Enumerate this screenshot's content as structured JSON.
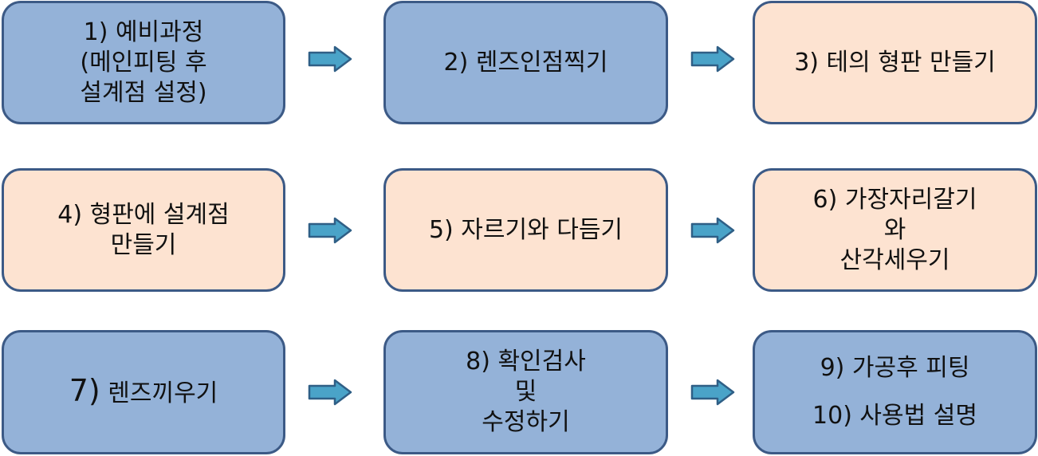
{
  "steps": [
    {
      "id": 1,
      "color": "#94b2d8",
      "lines": [
        "1) 예비과정",
        "(메인피팅 후",
        "설계점 설정)"
      ]
    },
    {
      "id": 2,
      "color": "#94b2d8",
      "lines": [
        "2) 렌즈인점찍기"
      ]
    },
    {
      "id": 3,
      "color": "#fde3d1",
      "lines": [
        "3) 테의 형판 만들기"
      ]
    },
    {
      "id": 4,
      "color": "#fde3d1",
      "lines": [
        "4) 형판에 설계점",
        "만들기"
      ]
    },
    {
      "id": 5,
      "color": "#fde3d1",
      "lines": [
        "5) 자르기와 다듬기"
      ]
    },
    {
      "id": 6,
      "color": "#fde3d1",
      "lines": [
        "6) 가장자리갈기",
        "와",
        "산각세우기"
      ]
    },
    {
      "id": 7,
      "color": "#94b2d8",
      "number": "7)",
      "text": "렌즈끼우기"
    },
    {
      "id": 8,
      "color": "#94b2d8",
      "lines": [
        "8) 확인검사",
        "및",
        "수정하기"
      ]
    },
    {
      "id": 9,
      "color": "#94b2d8",
      "lines": [
        "9) 가공후 피팅",
        "10) 사용법 설명"
      ]
    }
  ],
  "arrow": {
    "fill": "#4aa3c8",
    "stroke": "#2f5f86"
  }
}
